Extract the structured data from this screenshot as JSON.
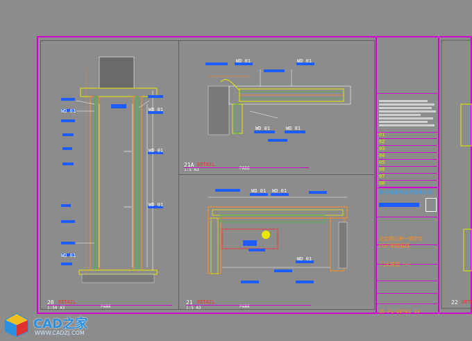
{
  "detail_labels": {
    "d20": {
      "num": "20",
      "word": "DETAIL",
      "scale": "1:50  A3",
      "tag": "PA88"
    },
    "d21a": {
      "num": "21A",
      "word": "DETAIL",
      "scale": "1:5  A3",
      "tag": "PA88"
    },
    "d21": {
      "num": "21",
      "word": "DETAIL",
      "scale": "1:5  A3",
      "tag": "PA88"
    },
    "d22": {
      "num": "22",
      "word": "DETAIL"
    }
  },
  "tags": {
    "wd01": "WD - 01",
    "wd01b": "WD 01"
  },
  "titleblock": {
    "company": "新天地装饰设计有限公司",
    "project_cn": "北京顺义第一期住宅",
    "project_en": "FG户型精装修",
    "drawing_cn": "门大样图（一）",
    "drawing_no": "ZS-FG-DET01  33",
    "rev_rows": [
      "01",
      "02",
      "03",
      "04",
      "05",
      "06",
      "07",
      "08"
    ]
  },
  "watermark": {
    "brand": "CAD之家",
    "url": "WWW.CADZJ.COM"
  },
  "colors": {
    "magenta": "#d000d0",
    "blue": "#1e5cff",
    "yellow": "#e8e800",
    "orange": "#ff8c1a",
    "green": "#20d020",
    "red": "#ff2a2a"
  }
}
